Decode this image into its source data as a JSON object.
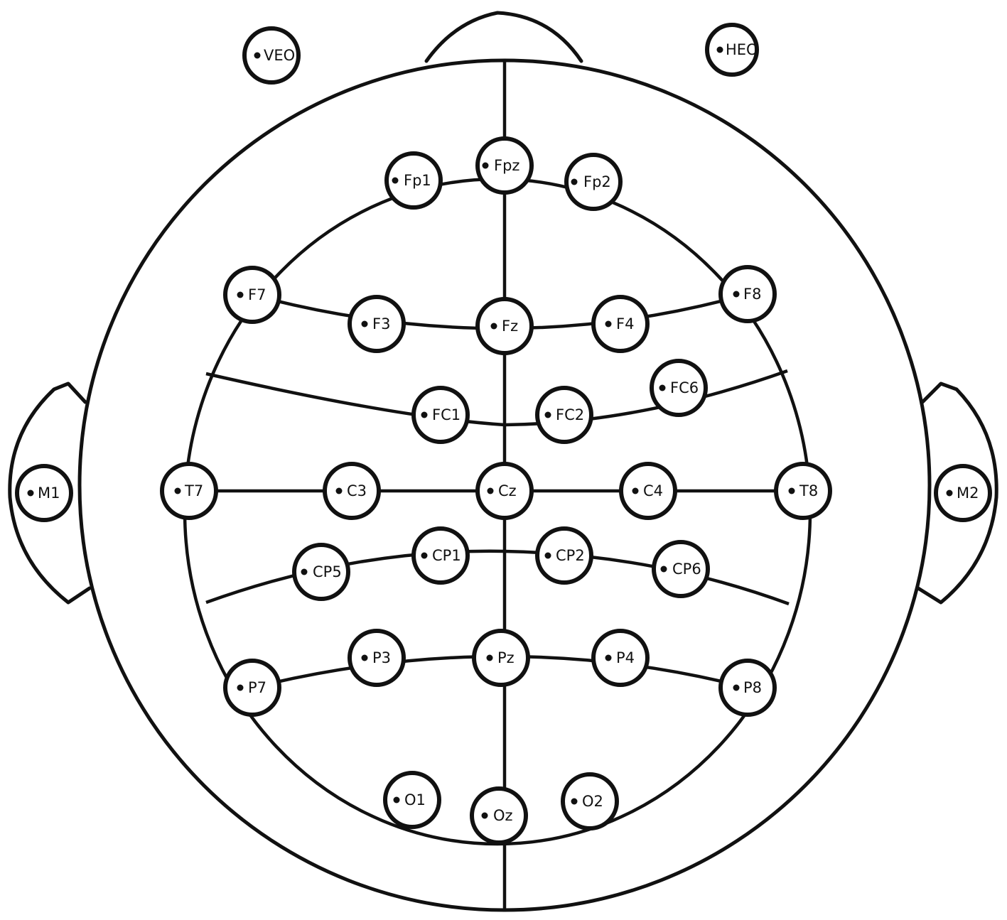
{
  "electrodes": {
    "veo": "VEO",
    "heo": "HEO",
    "fpz": "Fpz",
    "fp1": "Fp1",
    "fp2": "Fp2",
    "f7": "F7",
    "f3": "F3",
    "fz": "Fz",
    "f4": "F4",
    "f8": "F8",
    "fc1": "FC1",
    "fc2": "FC2",
    "fc6": "FC6",
    "m1": "M1",
    "t7": "T7",
    "c3": "C3",
    "cz": "Cz",
    "c4": "C4",
    "t8": "T8",
    "m2": "M2",
    "cp5": "CP5",
    "cp1": "CP1",
    "cp2": "CP2",
    "cp6": "CP6",
    "p7": "P7",
    "p3": "P3",
    "pz": "Pz",
    "p4": "P4",
    "p8": "P8",
    "o1": "O1",
    "oz": "Oz",
    "o2": "O2"
  },
  "colors": {
    "line": "#111111",
    "fill": "#ffffff"
  }
}
